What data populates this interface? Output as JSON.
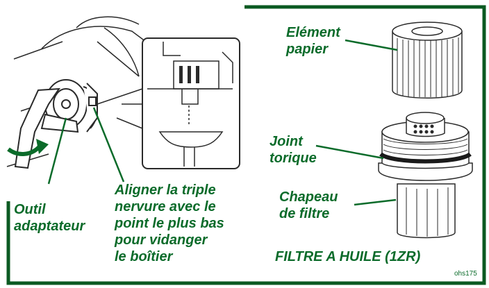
{
  "left_panel": {
    "tool_label": [
      "Outil",
      "adaptateur"
    ],
    "align_label": [
      "Aligner la triple",
      "nervure avec le",
      "point le plus bas",
      "pour vidanger",
      "le boîtier"
    ]
  },
  "right_panel": {
    "paper_label": [
      "Elément",
      "papier"
    ],
    "oring_label": [
      "Joint",
      "torique"
    ],
    "cap_label": [
      "Chapeau",
      "de filtre"
    ],
    "title": "FILTRE A HUILE (1ZR)",
    "code": "ohs175"
  },
  "colors": {
    "label": "#0b6b2a",
    "frame": "#0b5a22",
    "drawing": "#2a2a2a"
  }
}
